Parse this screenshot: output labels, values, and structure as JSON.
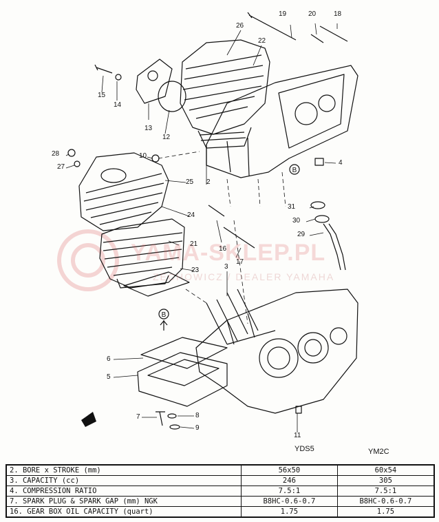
{
  "callouts": [
    {
      "id": "19",
      "label": "19"
    },
    {
      "id": "20",
      "label": "20"
    },
    {
      "id": "18",
      "label": "18"
    },
    {
      "id": "26",
      "label": "26"
    },
    {
      "id": "22",
      "label": "22"
    },
    {
      "id": "15",
      "label": "15"
    },
    {
      "id": "14",
      "label": "14"
    },
    {
      "id": "13",
      "label": "13"
    },
    {
      "id": "12",
      "label": "12"
    },
    {
      "id": "10",
      "label": "10"
    },
    {
      "id": "28",
      "label": "28"
    },
    {
      "id": "27",
      "label": "27"
    },
    {
      "id": "25",
      "label": "25"
    },
    {
      "id": "2",
      "label": "2"
    },
    {
      "id": "4",
      "label": "4"
    },
    {
      "id": "24",
      "label": "24"
    },
    {
      "id": "16",
      "label": "16"
    },
    {
      "id": "31",
      "label": "31"
    },
    {
      "id": "30",
      "label": "30"
    },
    {
      "id": "29",
      "label": "29"
    },
    {
      "id": "21",
      "label": "21"
    },
    {
      "id": "17",
      "label": "17"
    },
    {
      "id": "23",
      "label": "23"
    },
    {
      "id": "3",
      "label": "3"
    },
    {
      "id": "6",
      "label": "6"
    },
    {
      "id": "5",
      "label": "5"
    },
    {
      "id": "7",
      "label": "7"
    },
    {
      "id": "8",
      "label": "8"
    },
    {
      "id": "9",
      "label": "9"
    },
    {
      "id": "11",
      "label": "11"
    }
  ],
  "markers": {
    "b_label": "B"
  },
  "watermark": {
    "main": "YAMA-SKLEP.PL",
    "sub": "ZECHOWICZ / DEALER YAMAHA"
  },
  "models": {
    "left": "YDS5",
    "right": "YM2C"
  },
  "specs": {
    "rows": [
      {
        "label": "2.  BORE x STROKE (mm)",
        "yds5": "56x50",
        "ym2c": "60x54"
      },
      {
        "label": "3.  CAPACITY (cc)",
        "yds5": "246",
        "ym2c": "305"
      },
      {
        "label": "4.  COMPRESSION RATIO",
        "yds5": "7.5:1",
        "ym2c": "7.5:1"
      },
      {
        "label": "7.  SPARK PLUG & SPARK GAP (mm)  NGK",
        "yds5": "B8HC-0.6-0.7",
        "ym2c": "B8HC-0.6-0.7"
      },
      {
        "label": "16. GEAR BOX OIL CAPACITY (quart)",
        "yds5": "1.75",
        "ym2c": "1.75"
      }
    ]
  },
  "colors": {
    "ink": "#111111",
    "watermark": "#dc5a5a"
  }
}
